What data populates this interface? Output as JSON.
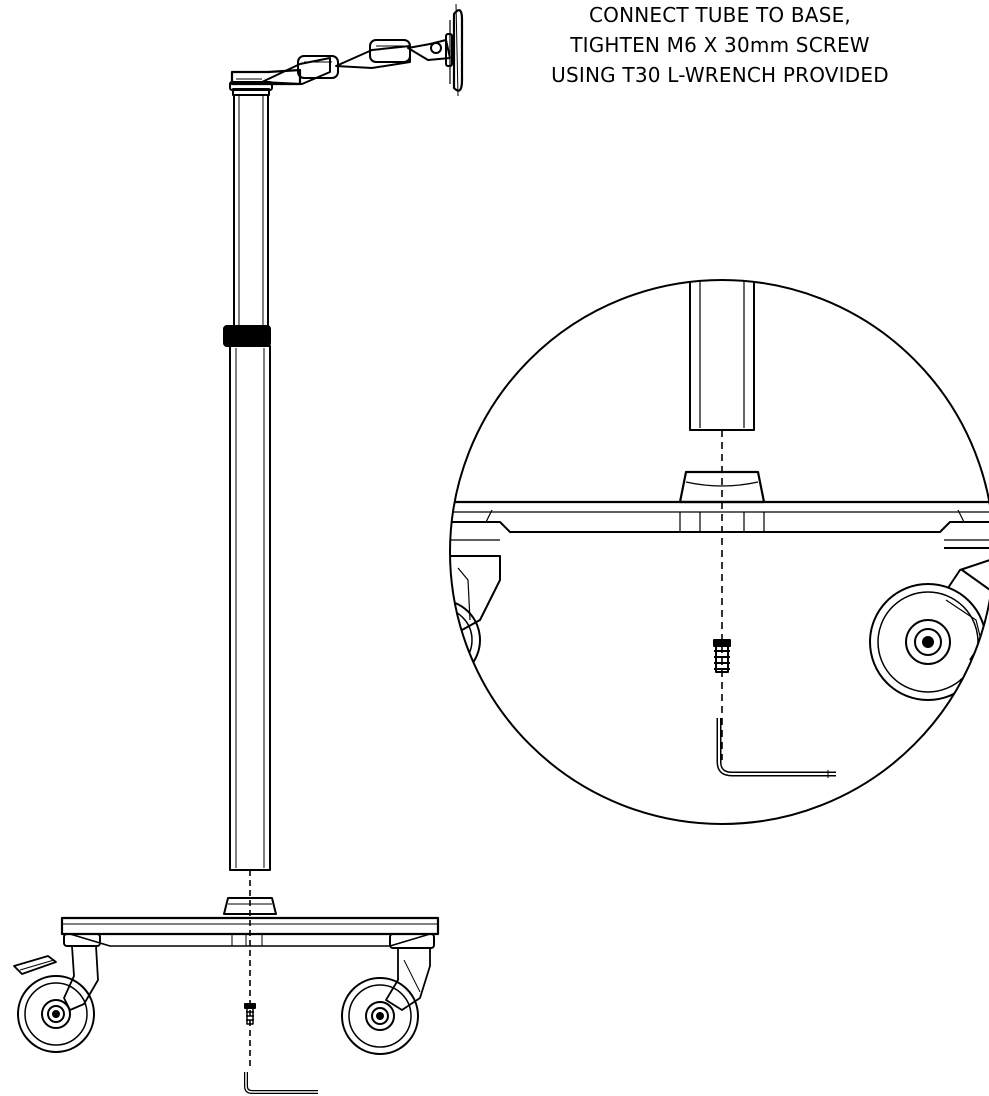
{
  "instructions": {
    "lines": [
      "CONNECT TUBE TO BASE,",
      "TIGHTEN M6 X 30mm SCREW",
      "USING T30 L-WRENCH PROVIDED"
    ]
  },
  "colors": {
    "stroke": "#000000",
    "background": "#ffffff"
  },
  "figures": [
    "overall-stand-view",
    "detail-circle-view"
  ]
}
